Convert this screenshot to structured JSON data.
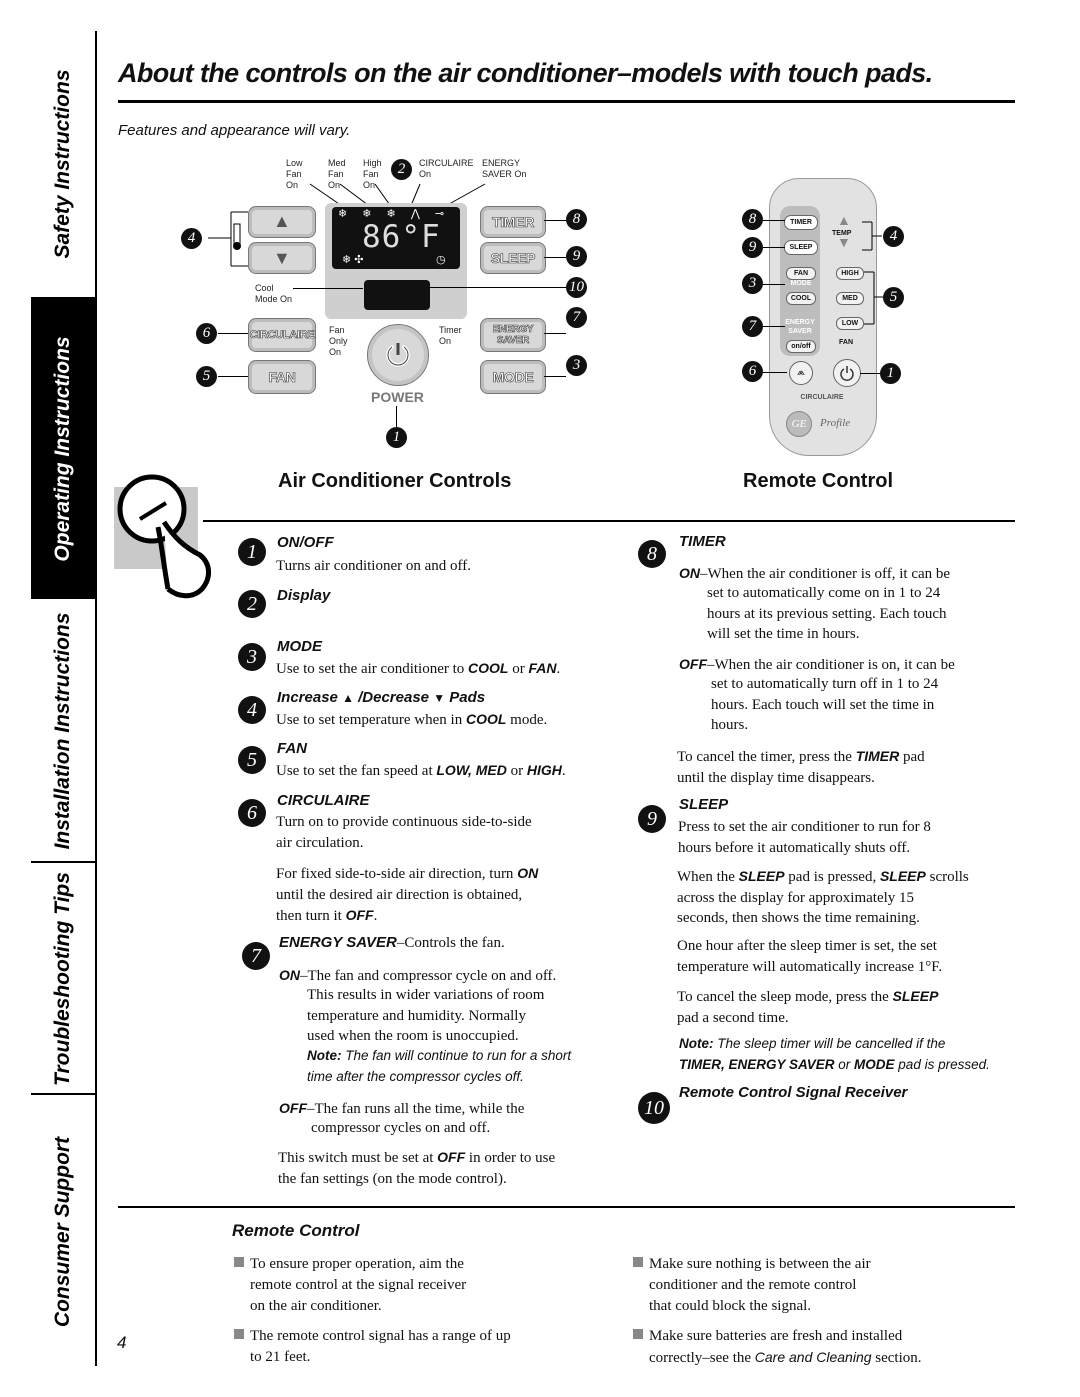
{
  "side_tabs": {
    "safety": "Safety Instructions",
    "operating": "Operating Instructions",
    "installation": "Installation Instructions",
    "troubleshooting": "Troubleshooting Tips",
    "consumer": "Consumer Support"
  },
  "page_title": "About the controls on the air conditioner–models with touch pads.",
  "subtitle": "Features and appearance will vary.",
  "panel": {
    "top_labels": [
      "Low\nFan\nOn",
      "Med\nFan\nOn",
      "High\nFan\nOn",
      "CIRCULAIRE\nOn",
      "ENERGY\nSAVER On"
    ],
    "cool_mode_on": "Cool\nMode On",
    "fan_only_on": "Fan\nOnly\nOn",
    "timer_on": "Timer\nOn",
    "display_value": "86°F",
    "buttons": {
      "timer": "TIMER",
      "sleep": "SLEEP",
      "circulaire": "CIRCULAIRE",
      "energy_saver": "ENERGY SAVER",
      "fan": "FAN",
      "mode": "MODE",
      "power": "POWER"
    }
  },
  "remote": {
    "timer": "TIMER",
    "sleep": "SLEEP",
    "temp": "TEMP",
    "fan": "FAN",
    "mode": "MODE",
    "cool": "COOL",
    "high": "HIGH",
    "med": "MED",
    "low": "LOW",
    "energy": "ENERGY",
    "saver": "SAVER",
    "onoff": "on/off",
    "fan2": "FAN",
    "circulaire": "CIRCULAIRE",
    "brand": "Profile"
  },
  "captions": {
    "ac_controls": "Air Conditioner Controls",
    "remote_control": "Remote Control"
  },
  "items": {
    "onoff_head": "ON/OFF",
    "onoff_text": "Turns air conditioner on and off.",
    "display_head": "Display",
    "mode_head": "MODE",
    "mode_text_a": "Use to set the air conditioner to ",
    "mode_cool": "COOL",
    "mode_or": " or ",
    "mode_fan": "FAN",
    "mode_dot": ".",
    "incdec_head_a": "Increase",
    "incdec_head_b": " /Decrease",
    "incdec_head_c": " Pads",
    "incdec_text_a": "Use to set temperature when in ",
    "incdec_cool": "COOL",
    "incdec_text_b": " mode.",
    "fan_head": "FAN",
    "fan_text_a": "Use to set the fan speed at ",
    "fan_lowmed": "LOW, MED",
    "fan_or": " or ",
    "fan_high": "HIGH",
    "fan_dot": ".",
    "circ_head": "CIRCULAIRE",
    "circ_text1_l1": "Turn on to provide continuous side-to-side",
    "circ_text1_l2": "air circulation.",
    "circ_text2_l1a": "For fixed side-to-side air direction, turn ",
    "circ_on": "ON",
    "circ_text2_l2": "until the desired air direction is obtained,",
    "circ_text2_l3a": "then turn it ",
    "circ_off": "OFF",
    "circ_dot": ".",
    "es_head": "ENERGY SAVER",
    "es_head_tail": "–Controls the fan.",
    "es_on": "ON",
    "es_on_l1": "–The fan and compressor cycle on and off.",
    "es_on_l2": "This results in wider variations of room",
    "es_on_l3": "temperature and humidity. Normally",
    "es_on_l4": "used when the room is unoccupied.",
    "es_note_label": "Note:",
    "es_note_l1": " The fan will continue to run for a short",
    "es_note_l2": "time after the compressor cycles off.",
    "es_off": "OFF",
    "es_off_l1": "–The fan runs all the time, while the",
    "es_off_l2": "compressor cycles on and off.",
    "es_switch_l1a": "This switch must be set at ",
    "es_switch_off": "OFF",
    "es_switch_l1b": " in order to use",
    "es_switch_l2": "the fan settings (on the mode control).",
    "timer_head": "TIMER",
    "timer_on": "ON",
    "timer_on_l1": "–When the air conditioner is off, it can be",
    "timer_on_l2": "set to automatically come on in 1 to 24",
    "timer_on_l3": "hours at its previous setting. Each touch",
    "timer_on_l4": "will set the time in hours.",
    "timer_off": "OFF",
    "timer_off_l1": "–When the air conditioner is on, it can be",
    "timer_off_l2": "set to automatically turn off in 1 to 24",
    "timer_off_l3": "hours. Each touch will set the time in",
    "timer_off_l4": "hours.",
    "timer_cancel_l1a": "To cancel the timer, press the ",
    "timer_cancel_timer": "TIMER",
    "timer_cancel_l1b": " pad",
    "timer_cancel_l2": "until the display time disappears.",
    "sleep_head": "SLEEP",
    "sleep_l1": "Press to set the air conditioner to run for 8",
    "sleep_l2": "hours before it automatically shuts off.",
    "sleep_p2_a": "When the ",
    "sleep_p2_sleep": "SLEEP",
    "sleep_p2_b": " pad is pressed, ",
    "sleep_p2_sleep2": "SLEEP",
    "sleep_p2_c": " scrolls",
    "sleep_p2_l2": "across the display for approximately 15",
    "sleep_p2_l3": "seconds, then shows the time remaining.",
    "sleep_p3_l1": "One hour after the sleep timer is set, the set",
    "sleep_p3_l2": "temperature will automatically increase 1°F.",
    "sleep_p4_l1a": "To cancel the sleep mode, press the ",
    "sleep_p4_sleep": "SLEEP",
    "sleep_p4_l2": "pad a second time.",
    "sleep_note_label": "Note:",
    "sleep_note_l1": " The sleep timer will be cancelled if the",
    "sleep_note_l2": "TIMER, ENERGY SAVER",
    "sleep_note_l2_or": " or ",
    "sleep_note_l2_mode": "MODE",
    "sleep_note_l2_tail": " pad is pressed.",
    "receiver_head": "Remote Control Signal Receiver"
  },
  "remote_section": {
    "heading": "Remote Control",
    "bullet1": [
      "To ensure proper operation, aim the",
      "remote control at the signal receiver",
      "on the air conditioner."
    ],
    "bullet2": [
      "The remote control signal has a range of up",
      "to 21 feet."
    ],
    "bullet3": [
      "Make sure nothing is between the air",
      "conditioner and the remote control",
      "that could block the signal."
    ],
    "bullet4_l1": "Make sure batteries are fresh and installed",
    "bullet4_l2a": "correctly–see the ",
    "bullet4_care": "Care and Cleaning",
    "bullet4_l2b": " section."
  },
  "page_number": "4",
  "colors": {
    "text": "#111111",
    "panel_bg": "#cfcfcf",
    "display_bg": "#111111",
    "key_bg": "#d8d8d8"
  }
}
